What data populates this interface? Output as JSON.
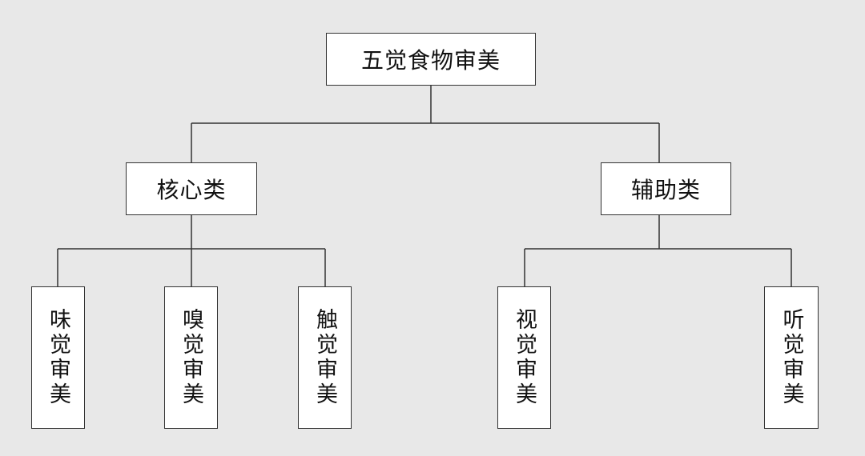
{
  "diagram": {
    "root": {
      "label": "五觉食物审美"
    },
    "branches": [
      {
        "label": "核心类",
        "children": [
          "味觉审美",
          "嗅觉审美",
          "触觉审美"
        ]
      },
      {
        "label": "辅助类",
        "children": [
          "视觉审美",
          "听觉审美"
        ]
      }
    ],
    "colors": {
      "background": "#e8e8e8",
      "box": "#ffffff",
      "line": "#333333"
    }
  }
}
